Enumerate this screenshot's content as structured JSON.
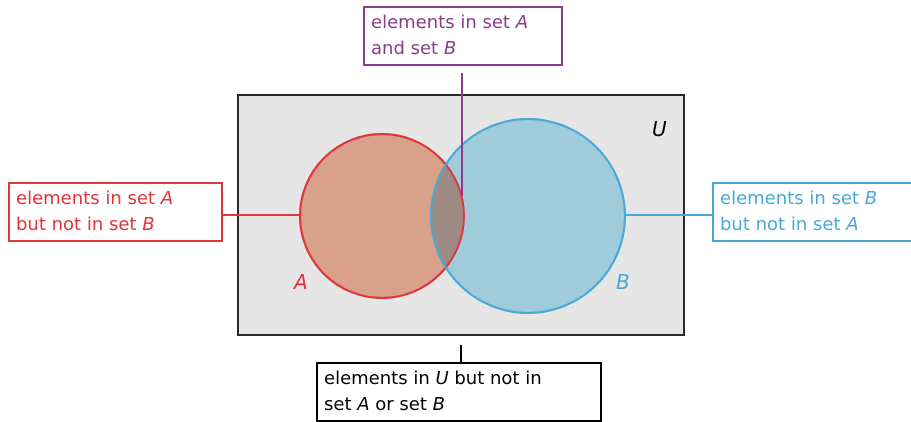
{
  "colors": {
    "universe_fill": "#e6e6e6",
    "universe_stroke": "#2a2a2a",
    "set_a": "#e0343b",
    "set_a_fill": "#d9a08a",
    "set_b": "#4aa8d8",
    "set_b_fill": "#9fcbdb",
    "intersection_fill": "#9d8a82",
    "intersection_label": "#8a3d8f",
    "outside_label": "#000000"
  },
  "universe": {
    "label": "U"
  },
  "sets": {
    "a": {
      "label": "A"
    },
    "b": {
      "label": "B"
    }
  },
  "labels": {
    "intersection": {
      "line1_prefix": "elements in set ",
      "line1_set": "A",
      "line2_prefix": "and set ",
      "line2_set": "B"
    },
    "a_only": {
      "line1_prefix": "elements in set ",
      "line1_set": "A",
      "line2_prefix": "but not in set ",
      "line2_set": "B"
    },
    "b_only": {
      "line1_prefix": "elements in set ",
      "line1_set": "B",
      "line2_prefix": "but not in set ",
      "line2_set": "A"
    },
    "outside": {
      "line1_prefix": "elements in ",
      "line1_set": "U",
      "line1_suffix": " but not in",
      "line2_prefix": "set ",
      "line2_set_a": "A",
      "line2_mid": " or set ",
      "line2_set_b": "B"
    }
  }
}
